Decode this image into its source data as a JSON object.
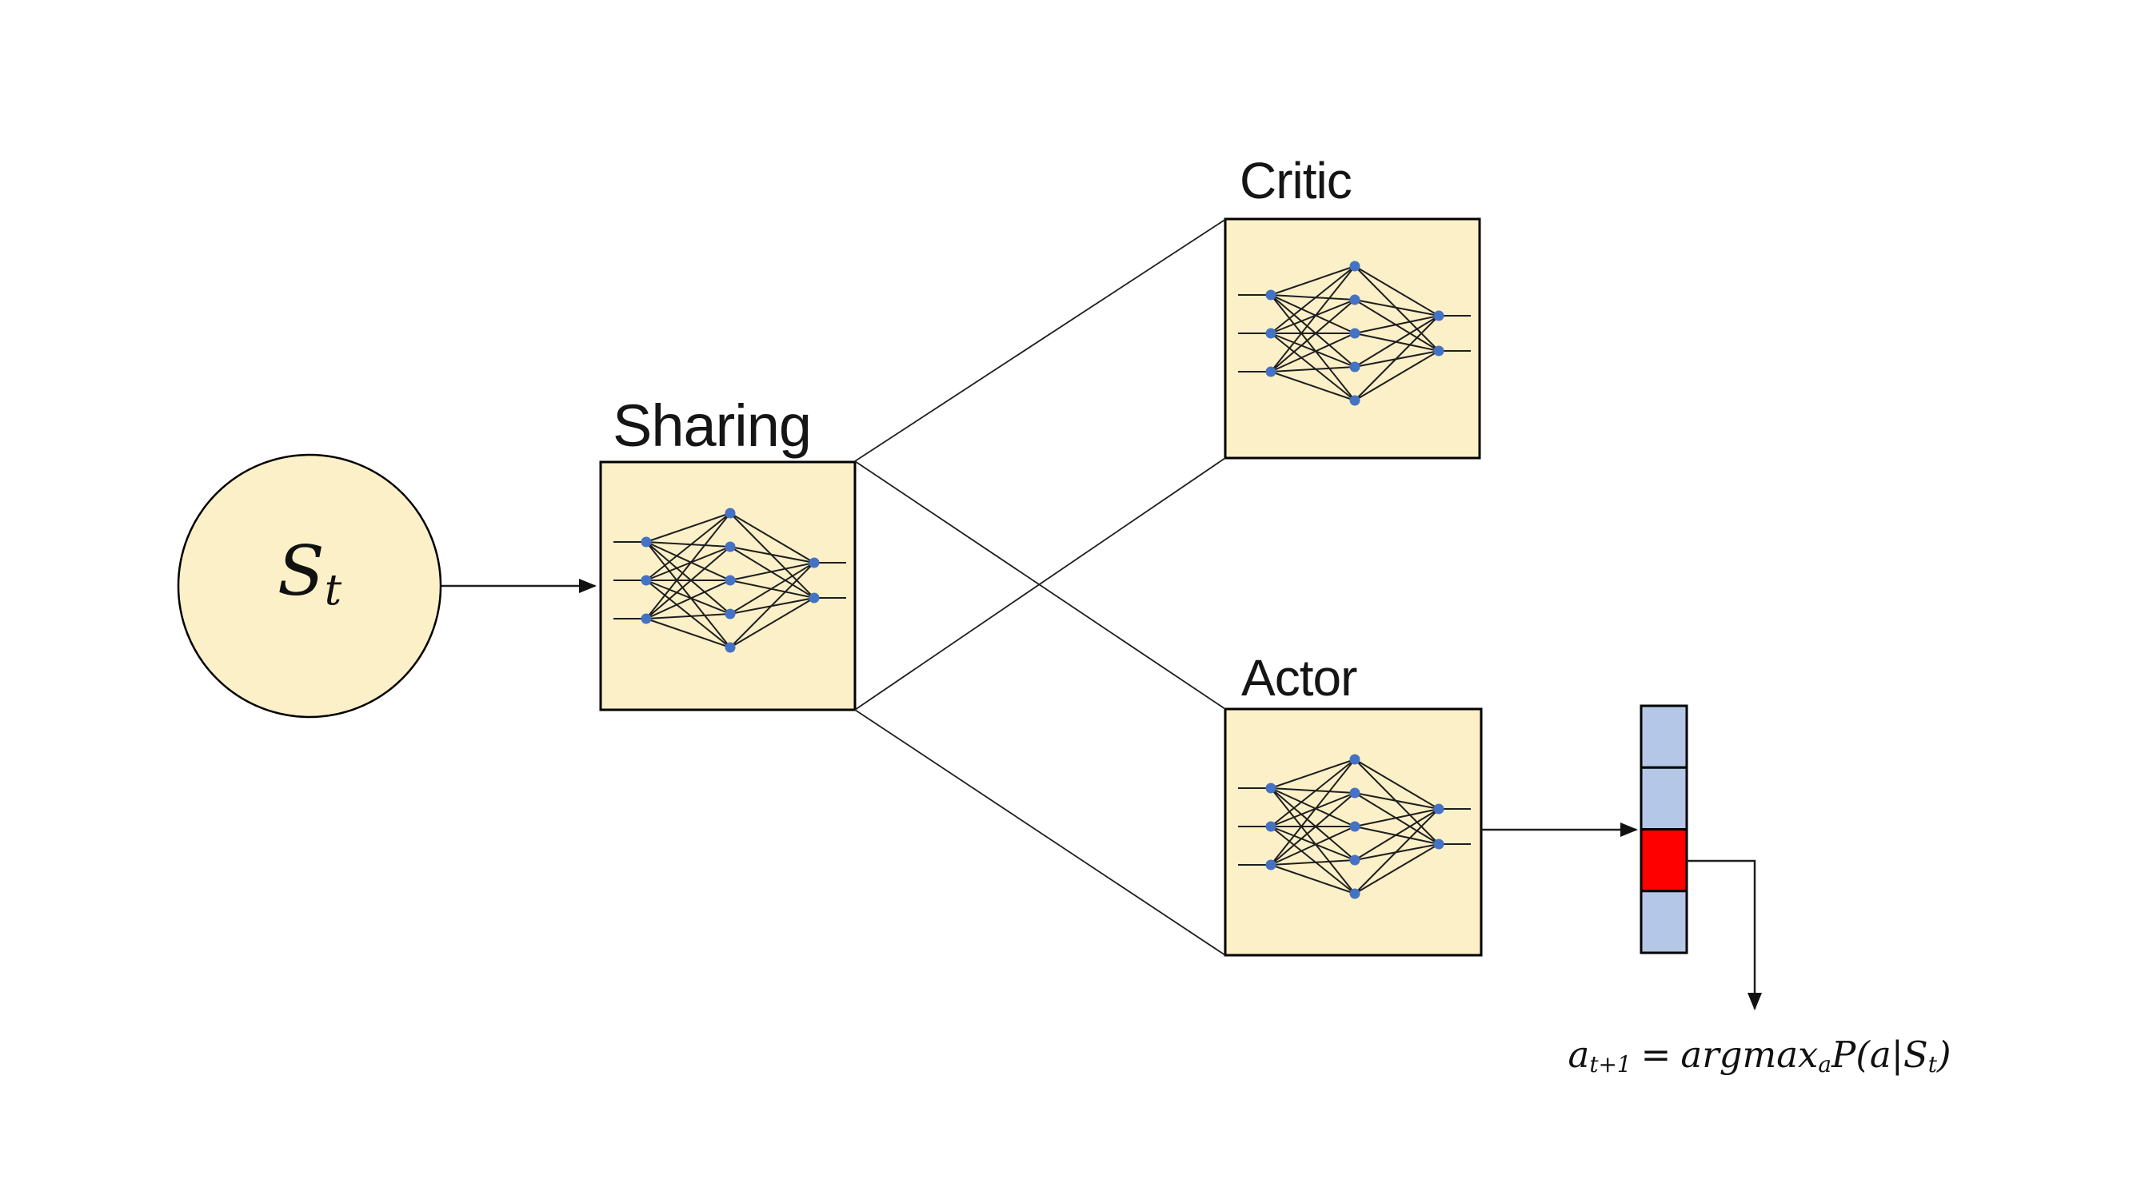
{
  "colors": {
    "background": "#FFFFFF",
    "box_fill": "#FBF0C8",
    "box_border": "#000000",
    "node_blue": "#4472C4",
    "line_black": "#1E1E1E",
    "cell_blue": "#B4C7E7",
    "cell_red": "#FF0000"
  },
  "state_node": {
    "base": "S",
    "sub": "t"
  },
  "boxes": {
    "sharing": {
      "label": "Sharing"
    },
    "critic": {
      "label": "Critic"
    },
    "actor": {
      "label": "Actor"
    }
  },
  "network": {
    "layers": [
      3,
      5,
      2
    ]
  },
  "action_bar": {
    "cells": [
      {
        "state": "normal"
      },
      {
        "state": "normal"
      },
      {
        "state": "selected"
      },
      {
        "state": "normal"
      }
    ]
  },
  "formula": {
    "lhs_base": "a",
    "lhs_sub": "t+1",
    "equals": "=",
    "op": "argmax",
    "op_sub": "a",
    "func": "P",
    "open": "(",
    "arg": "a",
    "pipe": "|",
    "state_base": "S",
    "state_sub": "t",
    "close": ")"
  }
}
